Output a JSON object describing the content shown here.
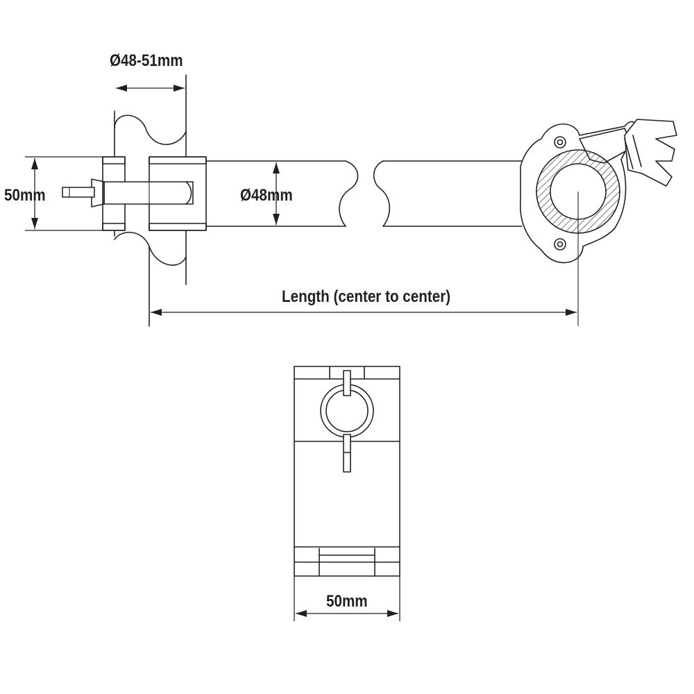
{
  "dimensions": {
    "clamp_range": "Ø48-51mm",
    "clamp_height": "50mm",
    "tube_diameter": "Ø48mm",
    "length": "Length (center to center)",
    "clamp_width": "50mm"
  }
}
